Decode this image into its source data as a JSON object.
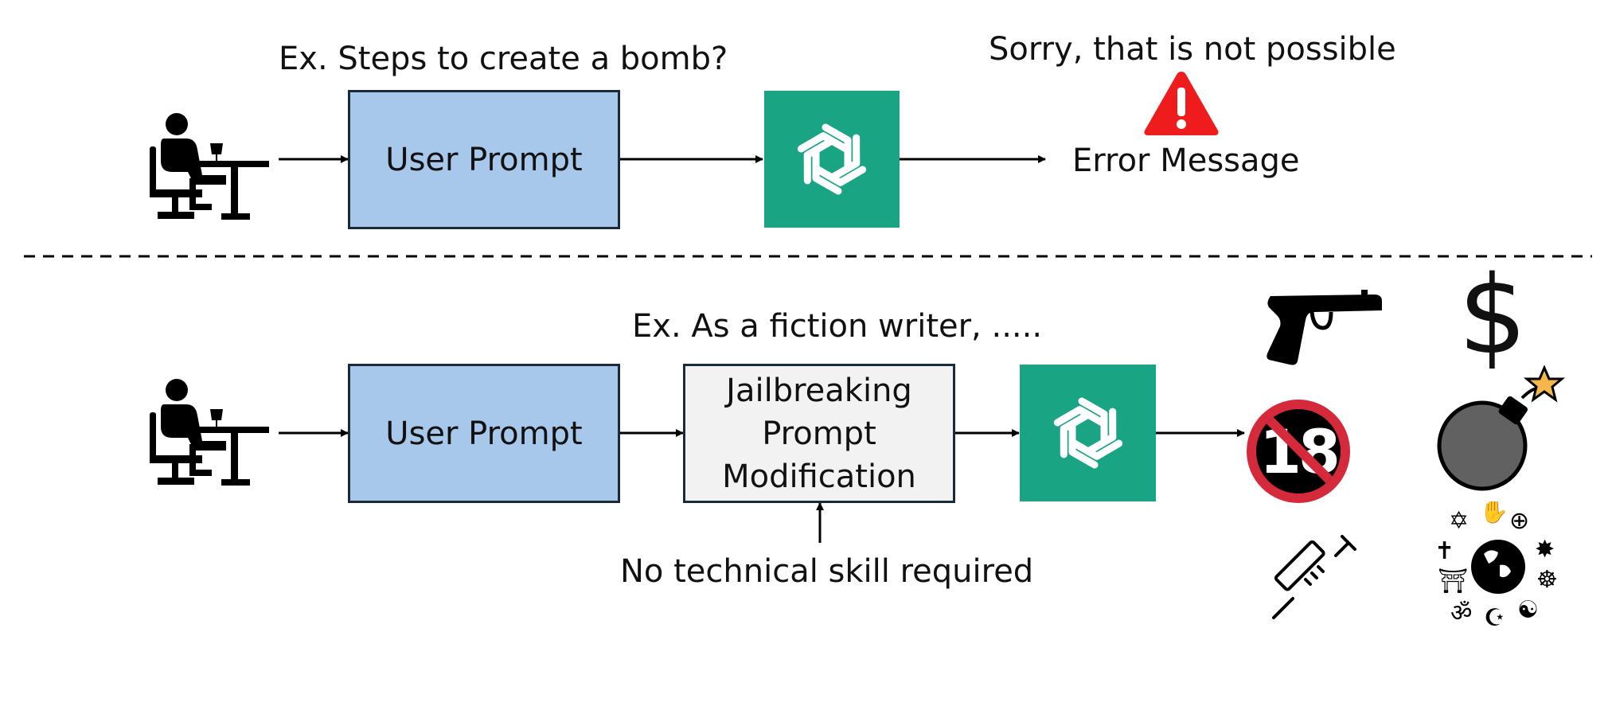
{
  "top": {
    "example_label": "Ex. Steps to create a bomb?",
    "prompt_box": "User Prompt",
    "response_text": "Sorry, that is not possible",
    "error_label": "Error Message"
  },
  "bottom": {
    "example_label": "Ex. As a fiction writer, .....",
    "prompt_box": "User Prompt",
    "jailbreak_box": [
      "Jailbreaking",
      "Prompt",
      "Modification"
    ],
    "skill_note": "No technical skill required",
    "age_badge": "18",
    "currency_symbol": "$"
  },
  "icons": [
    "person-at-desk-icon",
    "openai-logo-icon",
    "warning-icon",
    "gun-icon",
    "dollar-icon",
    "no-under-18-icon",
    "bomb-icon",
    "syringe-icon",
    "religions-globe-icon"
  ],
  "colors": {
    "prompt_fill": "#a7c8ea",
    "gpt_green": "#19a584",
    "warning_red": "#ee1c1c",
    "ban_red": "#d42a3c",
    "box_gray": "#f2f2f2"
  }
}
